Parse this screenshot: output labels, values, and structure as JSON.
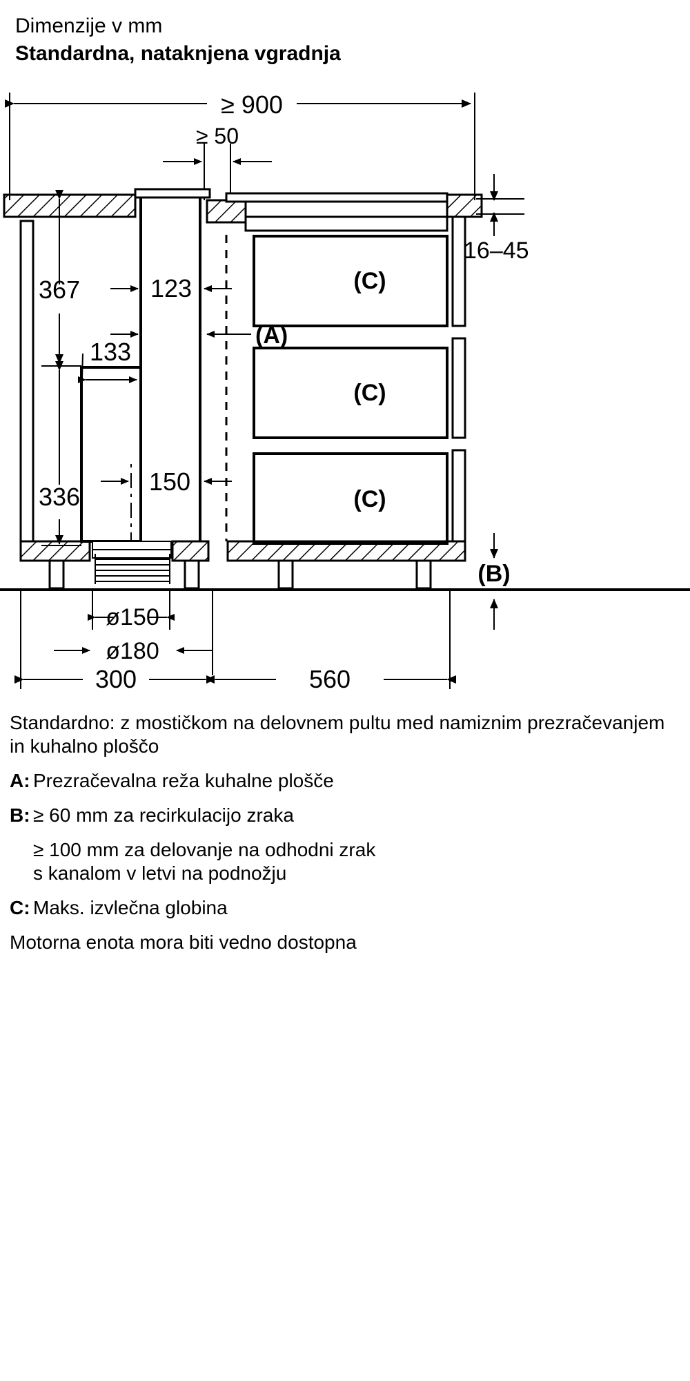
{
  "header": {
    "line1": "Dimenzije v mm",
    "line2": "Standardna, nataknjena vgradnja"
  },
  "diagram": {
    "type": "technical-cross-section",
    "labels": {
      "top_width": "≥ 900",
      "gap_top": "≥ 50",
      "left_upper": "367",
      "left_lower": "336",
      "duct_width": "123",
      "inner_width": "133",
      "motor_width": "150",
      "right_thickness": "16–45",
      "dia_inner": "ø150",
      "dia_outer": "ø180",
      "bottom_left": "300",
      "bottom_right": "560",
      "callout_a": "(A)",
      "callout_b": "(B)",
      "callout_c1": "(C)",
      "callout_c2": "(C)",
      "callout_c3": "(C)"
    }
  },
  "notes": {
    "intro": "Standardno: z mostičkom na delovnem pultu med namiznim prezračevanjem in kuhalno ploščo",
    "items": [
      {
        "key": "A:",
        "text": "Prezračevalna reža kuhalne plošče"
      },
      {
        "key": "B:",
        "text": "≥ 60 mm za recirkulacijo zraka"
      }
    ],
    "b_sub_line1": "≥ 100 mm za delovanje na odhodni zrak",
    "b_sub_line2": "s kanalom v letvi na podnožju",
    "c_key": "C:",
    "c_text": "Maks. izvlečna globina",
    "footer": "Motorna enota mora biti vedno dostopna"
  },
  "colors": {
    "ink": "#000000",
    "paper": "#ffffff"
  }
}
